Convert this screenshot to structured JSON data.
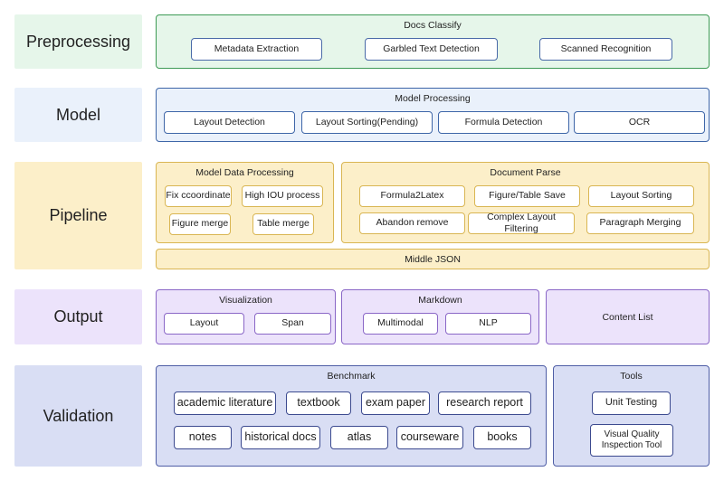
{
  "rows": {
    "preprocessing": "Preprocessing",
    "model": "Model",
    "pipeline": "Pipeline",
    "output": "Output",
    "validation": "Validation"
  },
  "preprocessing": {
    "title": "Docs Classify",
    "items": [
      "Metadata Extraction",
      "Garbled Text Detection",
      "Scanned Recognition"
    ]
  },
  "model": {
    "title": "Model Processing",
    "items": [
      "Layout Detection",
      "Layout Sorting(Pending)",
      "Formula Detection",
      "OCR"
    ]
  },
  "pipeline": {
    "model_data": {
      "title": "Model Data Processing",
      "items": [
        "Fix ccoordinate",
        "High IOU process",
        "Figure merge",
        "Table merge"
      ]
    },
    "doc_parse": {
      "title": "Document Parse",
      "items": [
        "Formula2Latex",
        "Figure/Table Save",
        "Layout Sorting",
        "Abandon remove",
        "Complex Layout Filtering",
        "Paragraph Merging"
      ]
    },
    "middle_json": "Middle JSON"
  },
  "output": {
    "visualization": {
      "title": "Visualization",
      "items": [
        "Layout",
        "Span"
      ]
    },
    "markdown": {
      "title": "Markdown",
      "items": [
        "Multimodal",
        "NLP"
      ]
    },
    "content_list": "Content List"
  },
  "validation": {
    "benchmark": {
      "title": "Benchmark",
      "items": [
        "academic literature",
        "textbook",
        "exam paper",
        "research report",
        "notes",
        "historical docs",
        "atlas",
        "courseware",
        "books"
      ]
    },
    "tools": {
      "title": "Tools",
      "items": [
        "Unit Testing",
        "Visual Quality Inspection Tool"
      ]
    }
  }
}
